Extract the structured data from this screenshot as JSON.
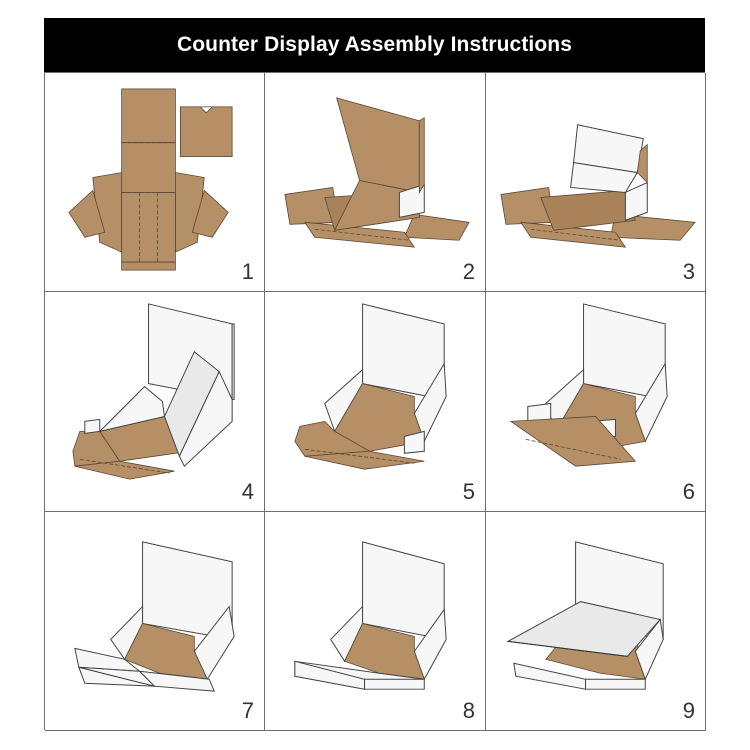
{
  "header": {
    "title": "Counter Display Assembly Instructions"
  },
  "steps": [
    {
      "number": "1"
    },
    {
      "number": "2"
    },
    {
      "number": "3"
    },
    {
      "number": "4"
    },
    {
      "number": "5"
    },
    {
      "number": "6"
    },
    {
      "number": "7"
    },
    {
      "number": "8"
    },
    {
      "number": "9"
    }
  ],
  "colors": {
    "kraft": "#b58f66",
    "white_board": "#f7f7f7",
    "header_bg": "#000000"
  }
}
